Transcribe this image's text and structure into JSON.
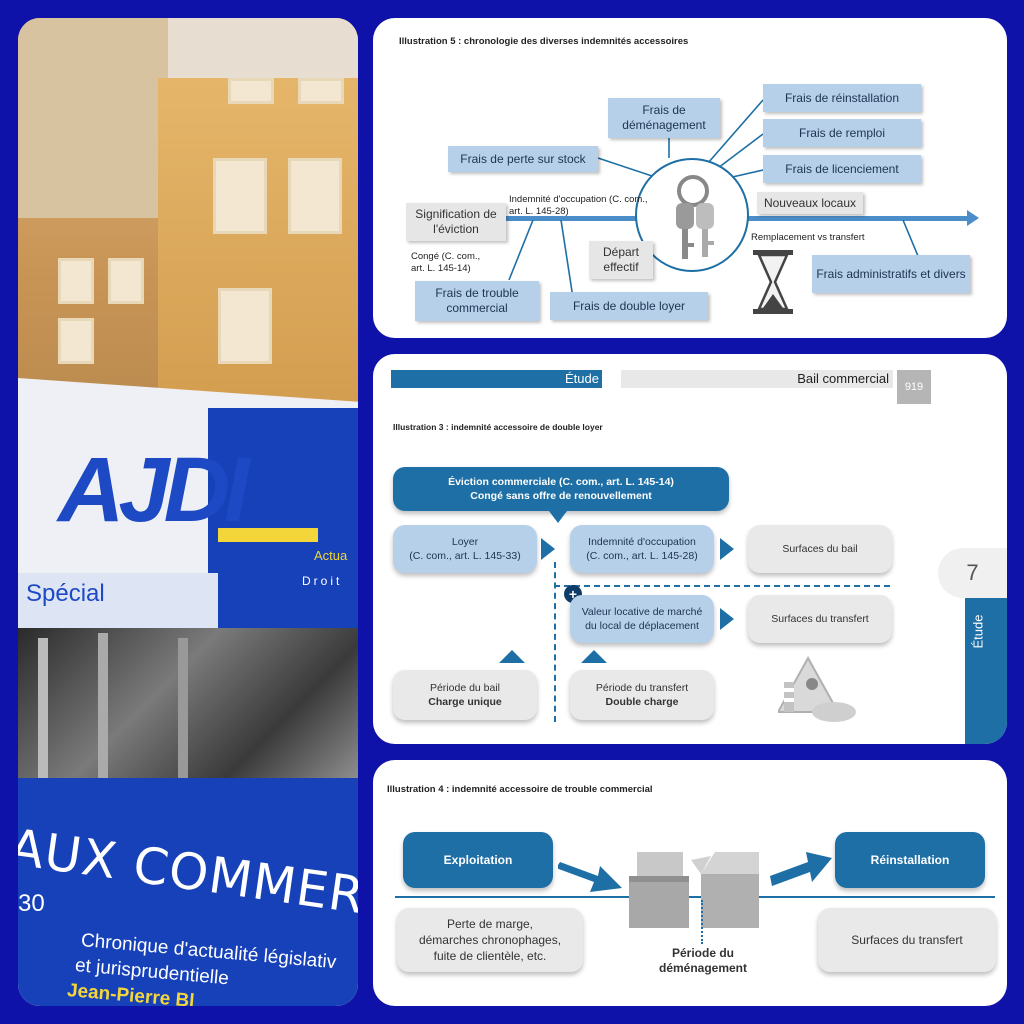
{
  "cover": {
    "logo": "AJDI",
    "logo_side_1": "Actua",
    "logo_side_2": "Droit",
    "special": "Spécial",
    "headline": "AUX COMMERC",
    "number": "30",
    "chronique_1": "Chronique d'actualité législativ",
    "chronique_2": "et jurisprudentielle",
    "author": "Jean-Pierre Bl"
  },
  "ill5": {
    "caption": "Illustration 5 : chronologie des diverses indemnités accessoires",
    "signification": "Signification de l'éviction",
    "conge": "Congé (C. com., art. L. 145-14)",
    "indemnite": "Indemnité d'occupation (C. com., art. L. 145-28)",
    "perte_stock": "Frais de perte sur stock",
    "demenagement": "Frais de déménagement",
    "reinstallation": "Frais de réinstallation",
    "remploi": "Frais de remploi",
    "licenciement": "Frais de licenciement",
    "nouveaux": "Nouveaux locaux",
    "remplacement": "Remplacement vs transfert",
    "depart": "Départ effectif",
    "trouble": "Frais de trouble commercial",
    "double_loyer": "Frais de double loyer",
    "administratifs": "Frais administratifs et divers"
  },
  "ill3": {
    "header_left": "Étude",
    "header_right": "Bail commercial",
    "page": "919",
    "caption": "Illustration 3 : indemnité accessoire de double loyer",
    "eviction_1": "Éviction commerciale (C. com., art. L. 145-14)",
    "eviction_2": "Congé sans offre de renouvellement",
    "loyer_1": "Loyer",
    "loyer_2": "(C. com., art. L. 145-33)",
    "indemnite_1": "Indemnité d'occupation",
    "indemnite_2": "(C. com., art. L. 145-28)",
    "surfaces_bail": "Surfaces du bail",
    "plus": "+",
    "valeur_1": "Valeur locative de marché",
    "valeur_2": "du local de déplacement",
    "surfaces_transfert": "Surfaces du transfert",
    "periode_bail": "Période du bail",
    "charge_unique": "Charge unique",
    "periode_transfert": "Période du transfert",
    "double_charge": "Double charge",
    "tab_number": "7",
    "tab_label": "Étude"
  },
  "ill4": {
    "caption": "Illustration 4 : indemnité accessoire de trouble commercial",
    "exploitation": "Exploitation",
    "reinstallation": "Réinstallation",
    "perte_1": "Perte de marge,",
    "perte_2": "démarches chronophages,",
    "perte_3": "fuite de clientèle, etc.",
    "periode_1": "Période du",
    "periode_2": "déménagement",
    "surfaces_transfert": "Surfaces du transfert"
  },
  "colors": {
    "frame": "#0f12a8",
    "accent": "#1d6fa5",
    "light_blue": "#b7d0ea"
  }
}
